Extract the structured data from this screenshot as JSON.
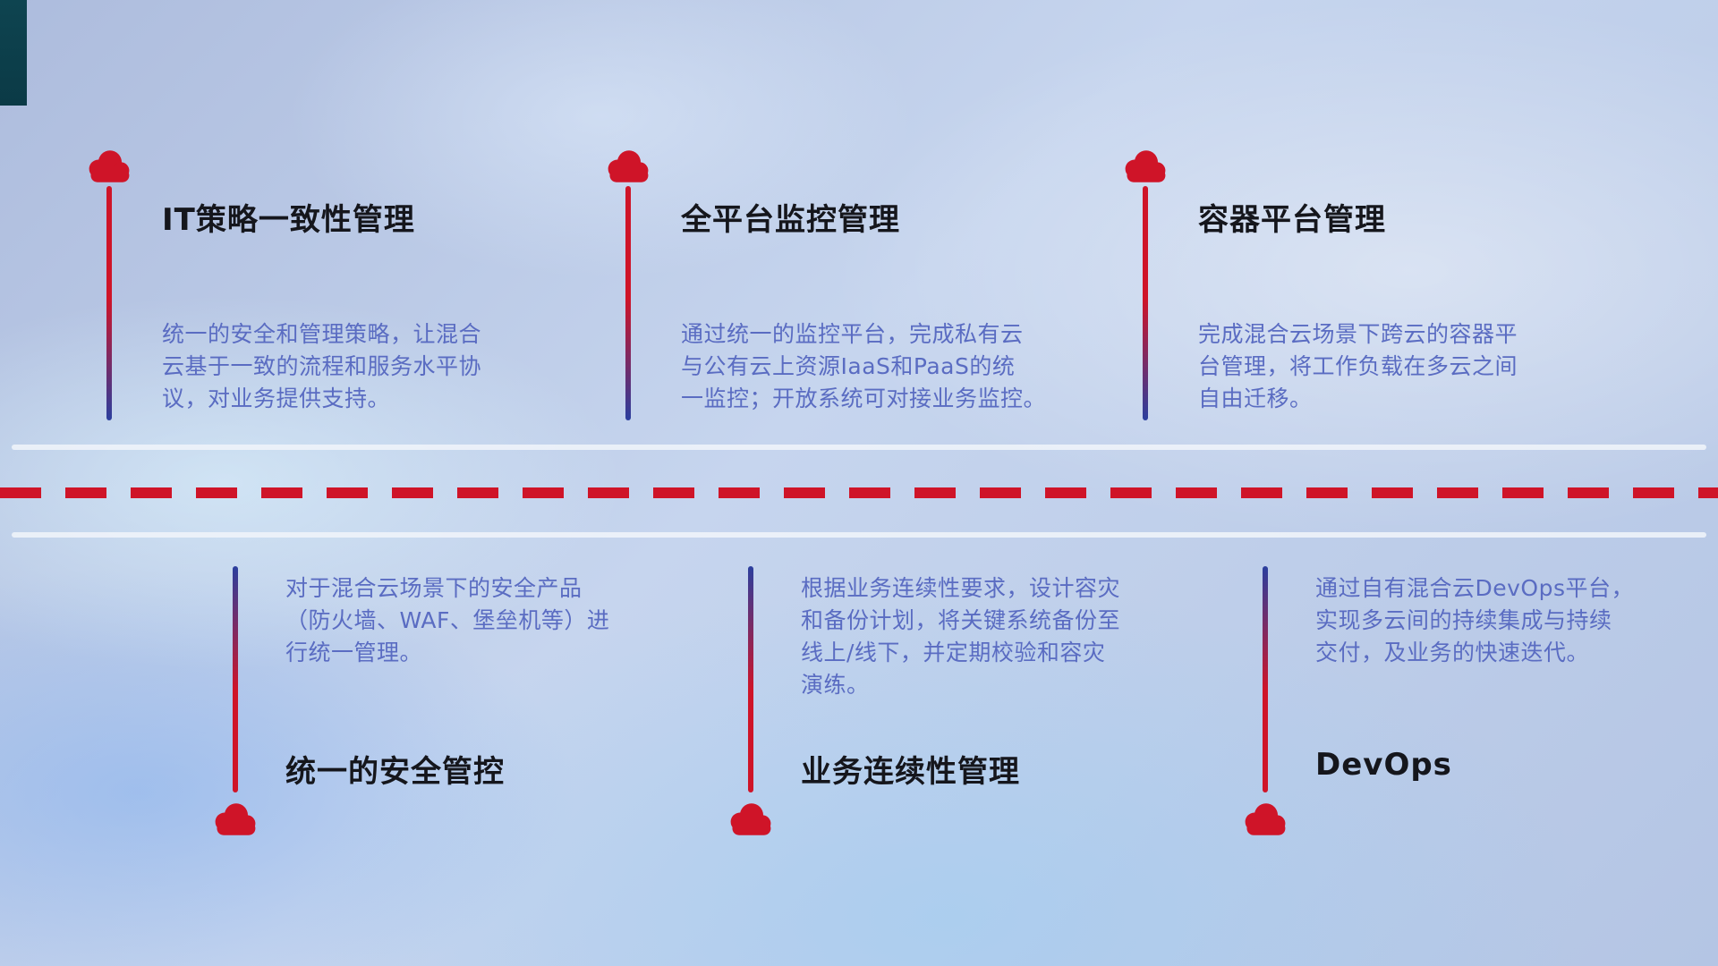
{
  "diagram": {
    "kind": "hybrid-cloud-capabilities-timeline"
  },
  "colors": {
    "accent-red": "#cf1428",
    "accent-blue": "#2b3f9e",
    "title-color": "#15161c",
    "desc-color": "#5a6cc2",
    "divider-light": "#eef3fa"
  },
  "top_items": [
    {
      "title": "IT策略一致性管理",
      "description": "统一的安全和管理策略，让混合\n云基于一致的流程和服务水平协\n议，对业务提供支持。"
    },
    {
      "title": "全平台监控管理",
      "description": "通过统一的监控平台，完成私有云\n与公有云上资源IaaS和PaaS的统\n一监控；开放系统可对接业务监控。"
    },
    {
      "title": "容器平台管理",
      "description": "完成混合云场景下跨云的容器平\n台管理，将工作负载在多云之间\n自由迁移。"
    }
  ],
  "bottom_items": [
    {
      "title": "统一的安全管控",
      "description": "对于混合云场景下的安全产品\n（防火墙、WAF、堡垒机等）进\n行统一管理。"
    },
    {
      "title": "业务连续性管理",
      "description": "根据业务连续性要求，设计容灾\n和备份计划，将关键系统备份至\n线上/线下，并定期校验和容灾\n演练。"
    },
    {
      "title": "DevOps",
      "description": "通过自有混合云DevOps平台，\n实现多云间的持续集成与持续\n交付，及业务的快速迭代。"
    }
  ]
}
